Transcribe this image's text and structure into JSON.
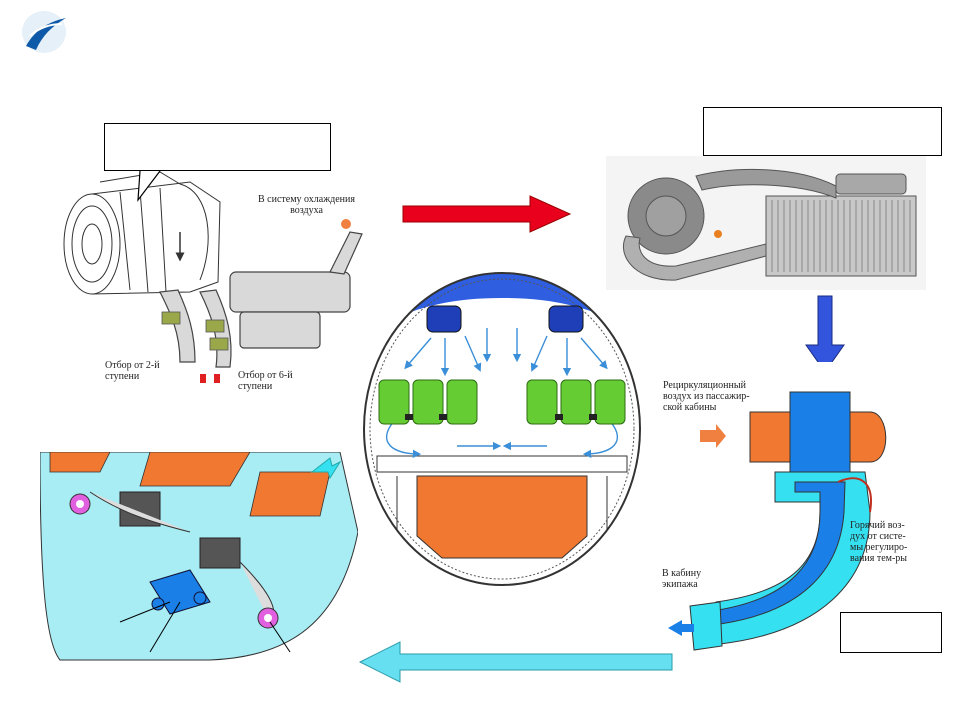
{
  "engine_panel": {
    "to_cooling": "В систему охлаждения\nвоздуха",
    "bleed_stage2": "Отбор от 2-й\nступени",
    "bleed_stage6": "Отбор от 6-й\nступени"
  },
  "mixer_panel": {
    "recirculation": "Рециркуляционный\nвоздух из пассажир-\nской кабины",
    "hot_air": "Горячий воз-\nдух от систе-\nмы регулиро-\nвания тем-ры",
    "to_cockpit": "В кабину\nэкипажа"
  },
  "colors": {
    "flow_hot": "#e8001c",
    "flow_cool": "#3355dd",
    "flow_cold": "#66e0f0",
    "duct_blue": "#1a7fe6",
    "duct_cyan": "#35e0f0",
    "cargo_orange": "#f07830",
    "seat_green": "#66cc33"
  }
}
